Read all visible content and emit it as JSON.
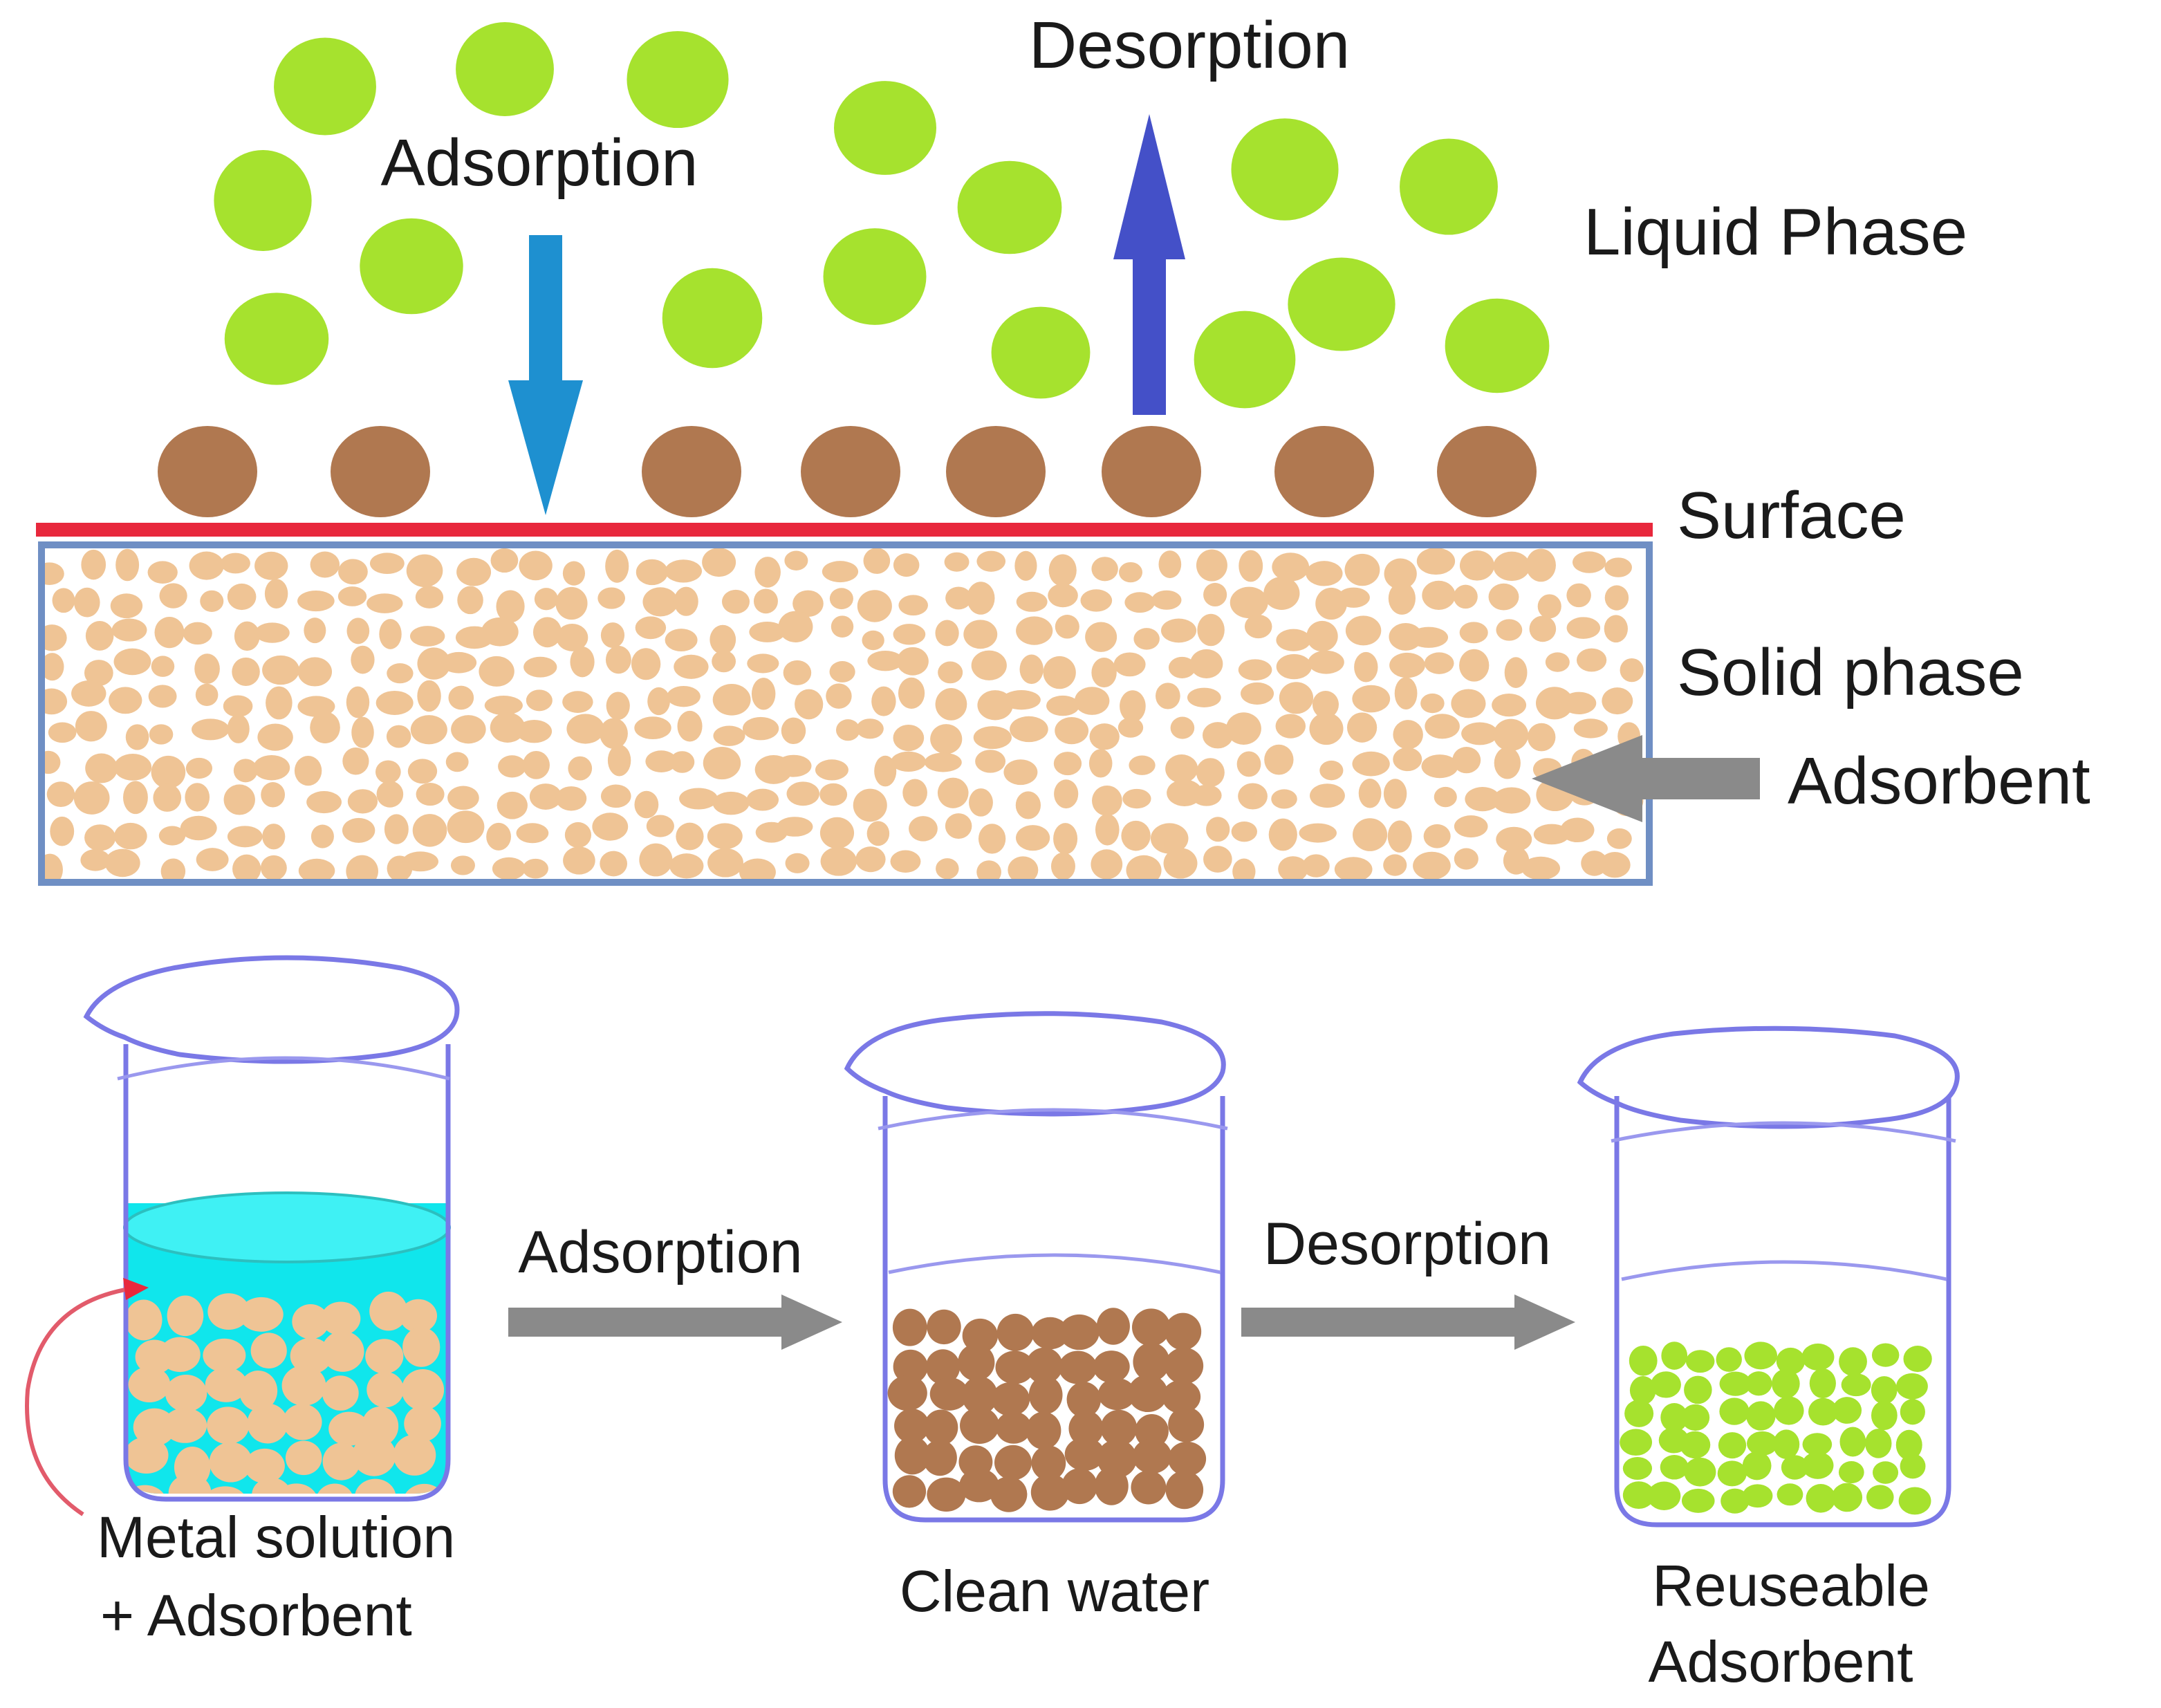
{
  "top_diagram": {
    "adsorption_label": "Adsorption",
    "desorption_label": "Desorption",
    "liquid_phase_label": "Liquid Phase",
    "surface_label": "Surface",
    "solid_phase_label": "Solid phase",
    "adsorbent_label": "Adsorbent"
  },
  "process": {
    "beaker_1_label_line1": "Metal solution",
    "beaker_1_label_line2": "+ Adsorbent",
    "arrow_1_label": "Adsorption",
    "beaker_2_label": "Clean water",
    "arrow_2_label": "Desorption",
    "beaker_3_label_line1": "Reuseable",
    "beaker_3_label_line2": "Adsorbent"
  },
  "colors": {
    "metal_ion": "#a6e22e",
    "adsorbed_particle": "#b07850",
    "adsorbent_grain": "#efc495",
    "surface_line": "#e8283c",
    "solid_border": "#6f8fc4",
    "adsorption_arrow": "#1e90d0",
    "desorption_arrow": "#4450c8",
    "gray_arrow": "#8a8a8a",
    "beaker_outline": "#7a78e6",
    "metal_solution": "#10e6ec"
  },
  "icons": {
    "metal_ions": "green-circle",
    "adsorbed_particles": "brown-circle",
    "beaker": "beaker-icon"
  }
}
